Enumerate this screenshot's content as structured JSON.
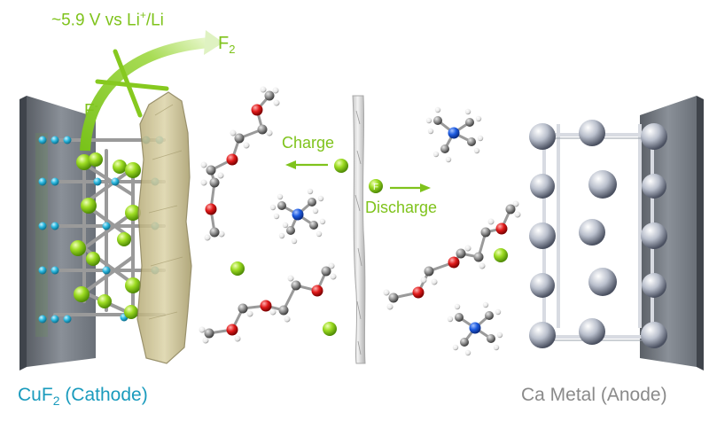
{
  "labels": {
    "voltage_prefix": "~5.9 V vs Li",
    "voltage_sup": "+",
    "voltage_suffix": "/Li",
    "f2_base": "F",
    "f2_sub": "2",
    "fminus_base": "F",
    "fminus_sup": "-",
    "charge": "Charge",
    "discharge": "Discharge",
    "ion_symbol": "F",
    "cathode_prefix": "CuF",
    "cathode_sub": "2",
    "cathode_suffix": " (Cathode)",
    "anode": "Ca Metal (Anode)"
  },
  "colors": {
    "fluoride": "#8fd21a",
    "copper": "#27b3d8",
    "oxygen": "#e11d1d",
    "carbon": "#8c8c8c",
    "nitrogen": "#1d5be0",
    "hydrogen": "#f2f2f2",
    "calcium": "#b9bfcc",
    "label_green": "#7fc31c",
    "label_cathode": "#1a9bbd",
    "label_anode": "#8a8a8a"
  }
}
